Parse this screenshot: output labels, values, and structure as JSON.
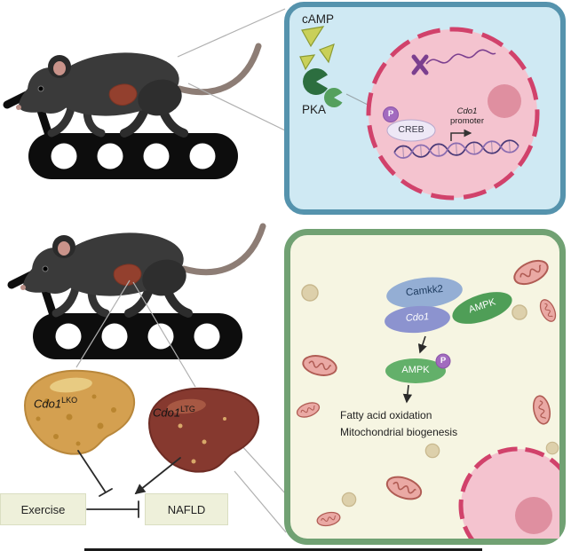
{
  "top_panel": {
    "camp_label": "cAMP",
    "pka_label": "PKA",
    "phospho_label": "P",
    "creb_label": "CREB",
    "promoter_line1": "Cdo1",
    "promoter_line2": "promoter"
  },
  "bottom_panel": {
    "camkk2_label": "Camkk2",
    "ampk_complex_label": "AMPK",
    "cdo1_label": "Cdo1",
    "phospho_label": "P",
    "ampk_active_label": "AMPK",
    "outcome_line1": "Fatty acid oxidation",
    "outcome_line2": "Mitochondrial biogenesis"
  },
  "livers": {
    "lko": {
      "base": "Cdo1",
      "sup": "LKO"
    },
    "ltg": {
      "base": "Cdo1",
      "sup": "LTG"
    }
  },
  "pathway": {
    "exercise_label": "Exercise",
    "nafld_label": "NAFLD"
  },
  "colors": {
    "top_panel_border": "#5593ad",
    "top_panel_bg": "#cfe9f3",
    "bottom_panel_border": "#71a173",
    "bottom_panel_bg": "#f6f5e2",
    "nucleus_fill": "#f4c3cf",
    "nucleus_border": "#d1426b",
    "nucleolus_fill": "#df8fa0",
    "phospho_fill": "#a26bbf",
    "camkk2_fill": "#94aed4",
    "ampk_fill": "#4f9e57",
    "ampk_active_fill": "#63b06a",
    "cdo1_fill": "#8c93cf",
    "fatty_liver_fill": "#d4a050",
    "healthy_liver_fill": "#86392f",
    "mito_fill": "#eaa9a4",
    "mito_stroke": "#b05c54"
  }
}
